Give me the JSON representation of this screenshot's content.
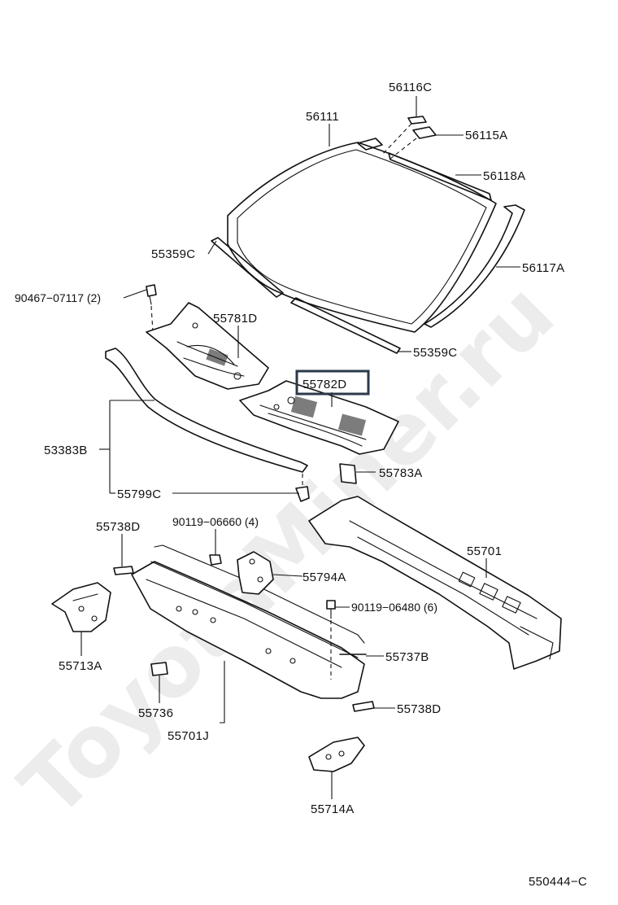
{
  "watermark": "ToyotaMiner.ru",
  "labels": {
    "p56116c": "56116C",
    "p56115a": "56115A",
    "p56111": "56111",
    "p56118a": "56118A",
    "p55359c_top": "55359C",
    "p56117a": "56117A",
    "p90467": "90467−07117 (2)",
    "p55781d": "55781D",
    "p55359c_bottom": "55359C",
    "p55782d": "55782D",
    "p53383b": "53383B",
    "p55783a": "55783A",
    "p55799c": "55799C",
    "p55738d_top": "55738D",
    "p90119_06660": "90119−06660 (4)",
    "p55701": "55701",
    "p55794a": "55794A",
    "p90119_06480": "90119−06480 (6)",
    "p55713a": "55713A",
    "p55737b": "55737B",
    "p55736": "55736",
    "p55738d_bottom": "55738D",
    "p55701j": "55701J",
    "p55714a": "55714A",
    "diagram_code": "550444−C"
  },
  "highlight_color": "#2a3a4a"
}
